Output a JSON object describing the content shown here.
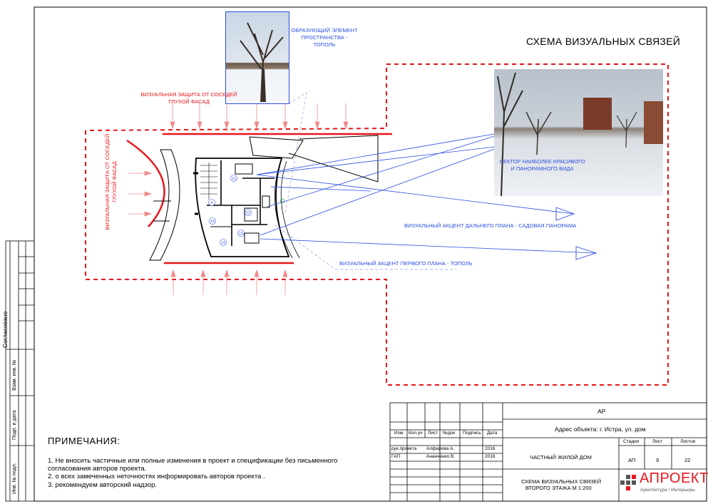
{
  "title": "СХЕМА ВИЗУАЛЬНЫХ СВЯЗЕЙ",
  "labels": {
    "tree_element": [
      "ОБРАЗУЮЩИЙ ЭЛЕМЕНТ",
      "ПРОСТРАНСТВА -",
      "ТОПОЛЬ"
    ],
    "protection_top": [
      "ВИЗУАЛЬНАЯ ЗАЩИТА ОТ СОСЕДЕЙ",
      "ГЛУХОЙ ФАСАД"
    ],
    "protection_left": [
      "ВИЗУАЛЬНАЯ ЗАЩИТА ОТ СОСЕДЕЙ",
      "ГЛУХОЙ ФАСАД"
    ],
    "panorama_sector": [
      "СЕКТОР НАИБОЛЕЕ КРАСИВОГО",
      "И ПАНОРАМНОГО ВИДА"
    ],
    "far_accent": "ВИЗУАЛЬНЫЙ АКЦЕНТ ДАЛЬНЕГО  ПЛАНА  - САДОВАЯ ПАНОРАМА",
    "near_accent": "ВИЗУАЛЬНЫЙ АКЦЕНТ ПЕРВОГО ПЛАНА  - ТОПОЛЬ"
  },
  "room_numbers": [
    "9",
    "10",
    "11",
    "12",
    "13",
    "14"
  ],
  "notes": {
    "heading": "ПРИМЕЧАНИЯ:",
    "items": [
      "1. Не вносить частичные или полные изменения  в проект и спецификации без письменного",
      "согласования авторов проекта.",
      "2. о всех замеченных неточностях информировать авторов проекта .",
      "3. рекомендуем авторский надзор."
    ]
  },
  "side_stamp": {
    "approved": "Согласовано",
    "inv_replace": "Взам. инв. №",
    "sign_date": "Подп. и дата",
    "inv_orig": "Инв. № подл."
  },
  "title_block": {
    "code": "АР",
    "address": "Адрес объекта: г. Истра, ул.  дом",
    "headers": [
      "Изм.",
      "Кол.уч",
      "Лист",
      "№док",
      "Подпись",
      "Дата"
    ],
    "rows": [
      {
        "role": "рук.проекта",
        "name": "Алферова А.",
        "year": "2016"
      },
      {
        "role": "ГАП",
        "name": "Ананченко В.",
        "year": "2016"
      }
    ],
    "object_name": "ЧАСТНЫЙ ЖИЛОЙ ДОМ",
    "sheet_title": [
      "СХЕМА ВИЗУАЛЬНЫХ СВЯЗЕЙ",
      "ВТОРОГО ЭТАЖА М 1:200"
    ],
    "stage_label": "Стадия",
    "sheet_label": "Лист",
    "sheets_label": "Листов",
    "stage": "АП",
    "sheet": "9",
    "sheets": "22",
    "logo_text": "АПРОЕКТ",
    "logo_sub": "Архитектура / Интерьеры"
  },
  "colors": {
    "red": "#e8161b",
    "blue": "#2b4fe0",
    "light_blue": "#8f9de8",
    "logo_red": "#e8161b",
    "logo_grey": "#555555"
  }
}
